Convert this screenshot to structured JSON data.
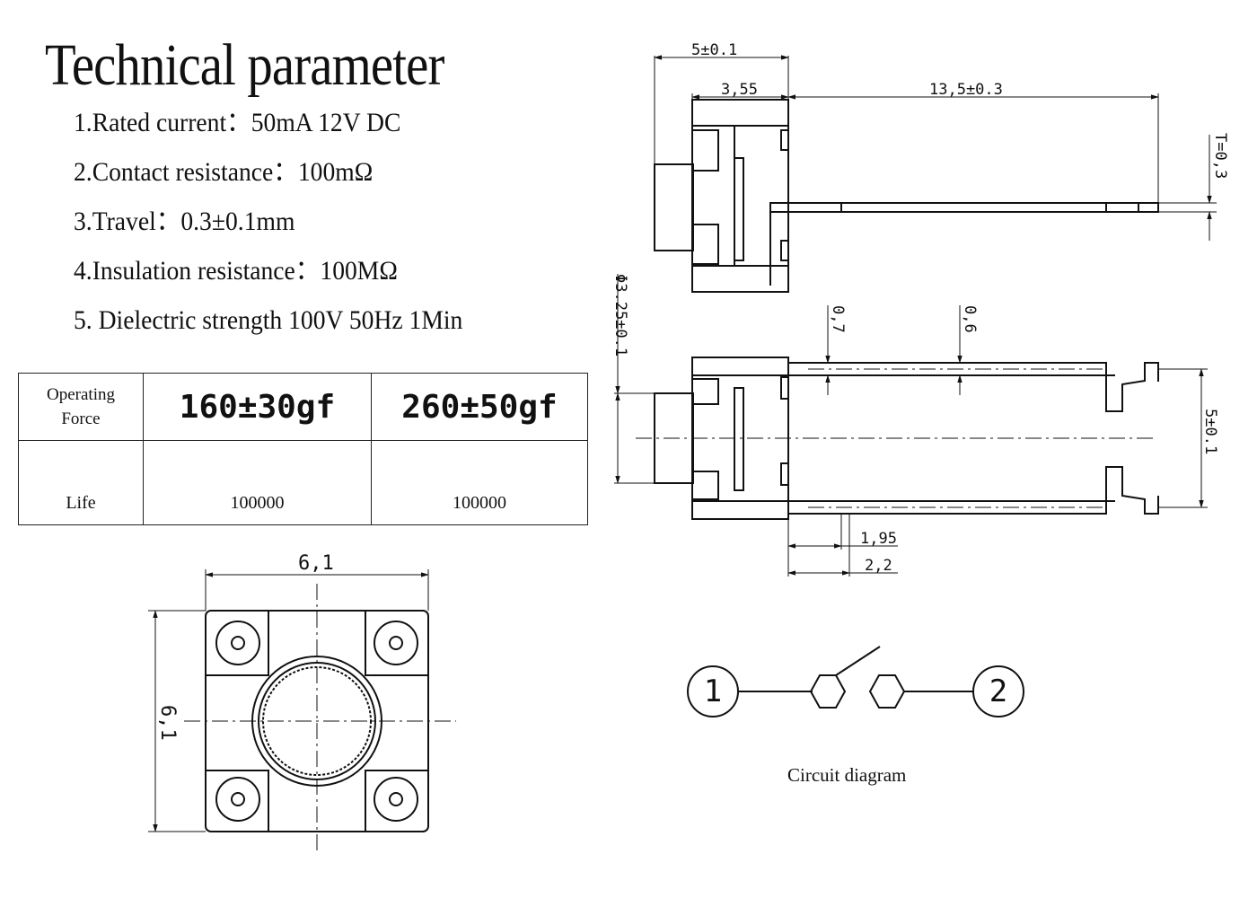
{
  "title": "Technical parameter",
  "parameters": [
    "1.Rated current：50mA 12V DC",
    "2.Contact resistance：100mΩ",
    "3.Travel：0.3±0.1mm",
    "4.Insulation resistance：100MΩ",
    "5. Dielectric strength 100V 50Hz 1Min"
  ],
  "table": {
    "row1_label_line1": "Operating",
    "row1_label_line2": "Force",
    "force_a": "160±30gf",
    "force_b": "260±50gf",
    "row2_label": "Life",
    "life_a": "100000",
    "life_b": "100000"
  },
  "dimensions": {
    "side_width": "5±0.1",
    "side_body": "3,55",
    "side_lead": "13,5±0.3",
    "thickness": "T=0,3",
    "cap_dia": "Φ3.25±0.1",
    "lead_w1": "0,7",
    "lead_w2": "0,6",
    "pitch": "5±0.1",
    "offset_1": "1,95",
    "offset_2": "2,2",
    "top_w": "6,1",
    "top_h": "6,1"
  },
  "circuit": {
    "node1": "1",
    "node2": "2",
    "caption": "Circuit diagram"
  }
}
